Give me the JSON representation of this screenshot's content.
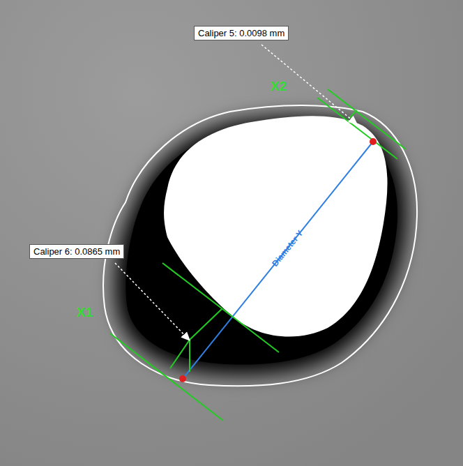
{
  "diagram": {
    "nodes": [
      {
        "text": [
          "Caliper 5: 0.0098 mm"
        ]
      },
      {
        "text": [
          "Caliper 6: 0.0865 mm"
        ]
      }
    ],
    "labels": [
      "X2",
      "X1",
      "Diameter Y"
    ]
  }
}
